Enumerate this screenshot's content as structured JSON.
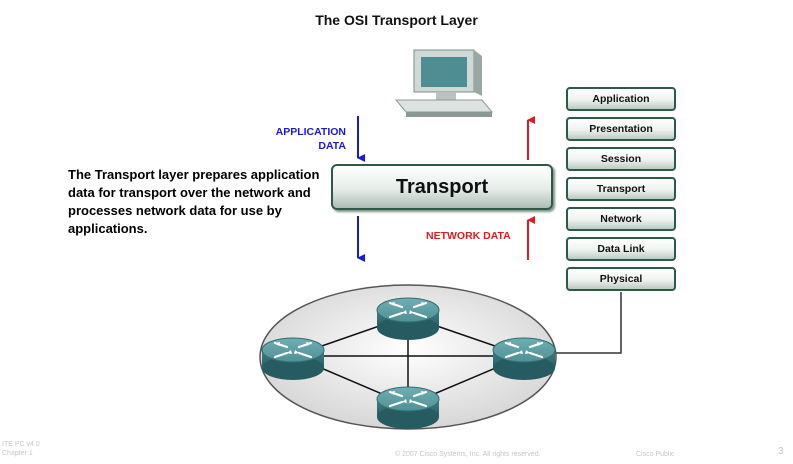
{
  "title": "The OSI Transport Layer",
  "description": "The Transport layer prepares application data for transport over the network and processes network data for use by applications.",
  "labels": {
    "application_data_line1": "APPLICATION",
    "application_data_line2": "DATA",
    "network_data": "NETWORK DATA",
    "transport_box": "Transport"
  },
  "osi_layers": [
    "Application",
    "Presentation",
    "Session",
    "Transport",
    "Network",
    "Data Link",
    "Physical"
  ],
  "footer": {
    "course_line1": "ITE PC v4.0",
    "course_line2": "Chapter 1",
    "copyright": "© 2007 Cisco Systems, Inc. All rights reserved.",
    "classification": "Cisco Public",
    "page_number": "3"
  },
  "colors": {
    "application_arrow": "#1a1ad6",
    "network_arrow": "#e21b1b",
    "box_border": "#2d5947",
    "router": "#3d7f84"
  },
  "icons": [
    "desktop-computer-icon",
    "router-icon"
  ]
}
